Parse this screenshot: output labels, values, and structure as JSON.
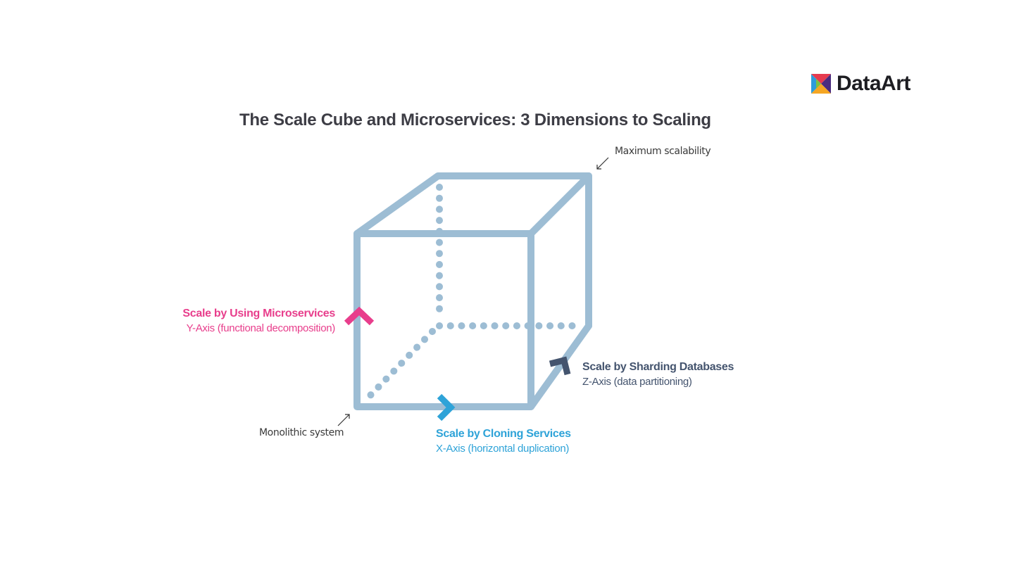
{
  "title": "The Scale Cube and Microservices: 3 Dimensions to Scaling",
  "brand": {
    "name": "DataArt",
    "logo": "multicolor-square-logo"
  },
  "annotations": {
    "max": "Maximum scalability",
    "mono": "Monolithic system"
  },
  "axes": {
    "y": {
      "title": "Scale by Using Microservices",
      "subtitle": "Y-Axis (functional decomposition)",
      "color": "#e83e8c"
    },
    "x": {
      "title": "Scale by Cloning Services",
      "subtitle": "X-Axis (horizontal duplication)",
      "color": "#2ea3d8"
    },
    "z": {
      "title": "Scale by Sharding Databases",
      "subtitle": "Z-Axis (data partitioning)",
      "color": "#44546e"
    }
  },
  "colors": {
    "cube": "#9dbdd4",
    "title": "#3d3d45"
  }
}
